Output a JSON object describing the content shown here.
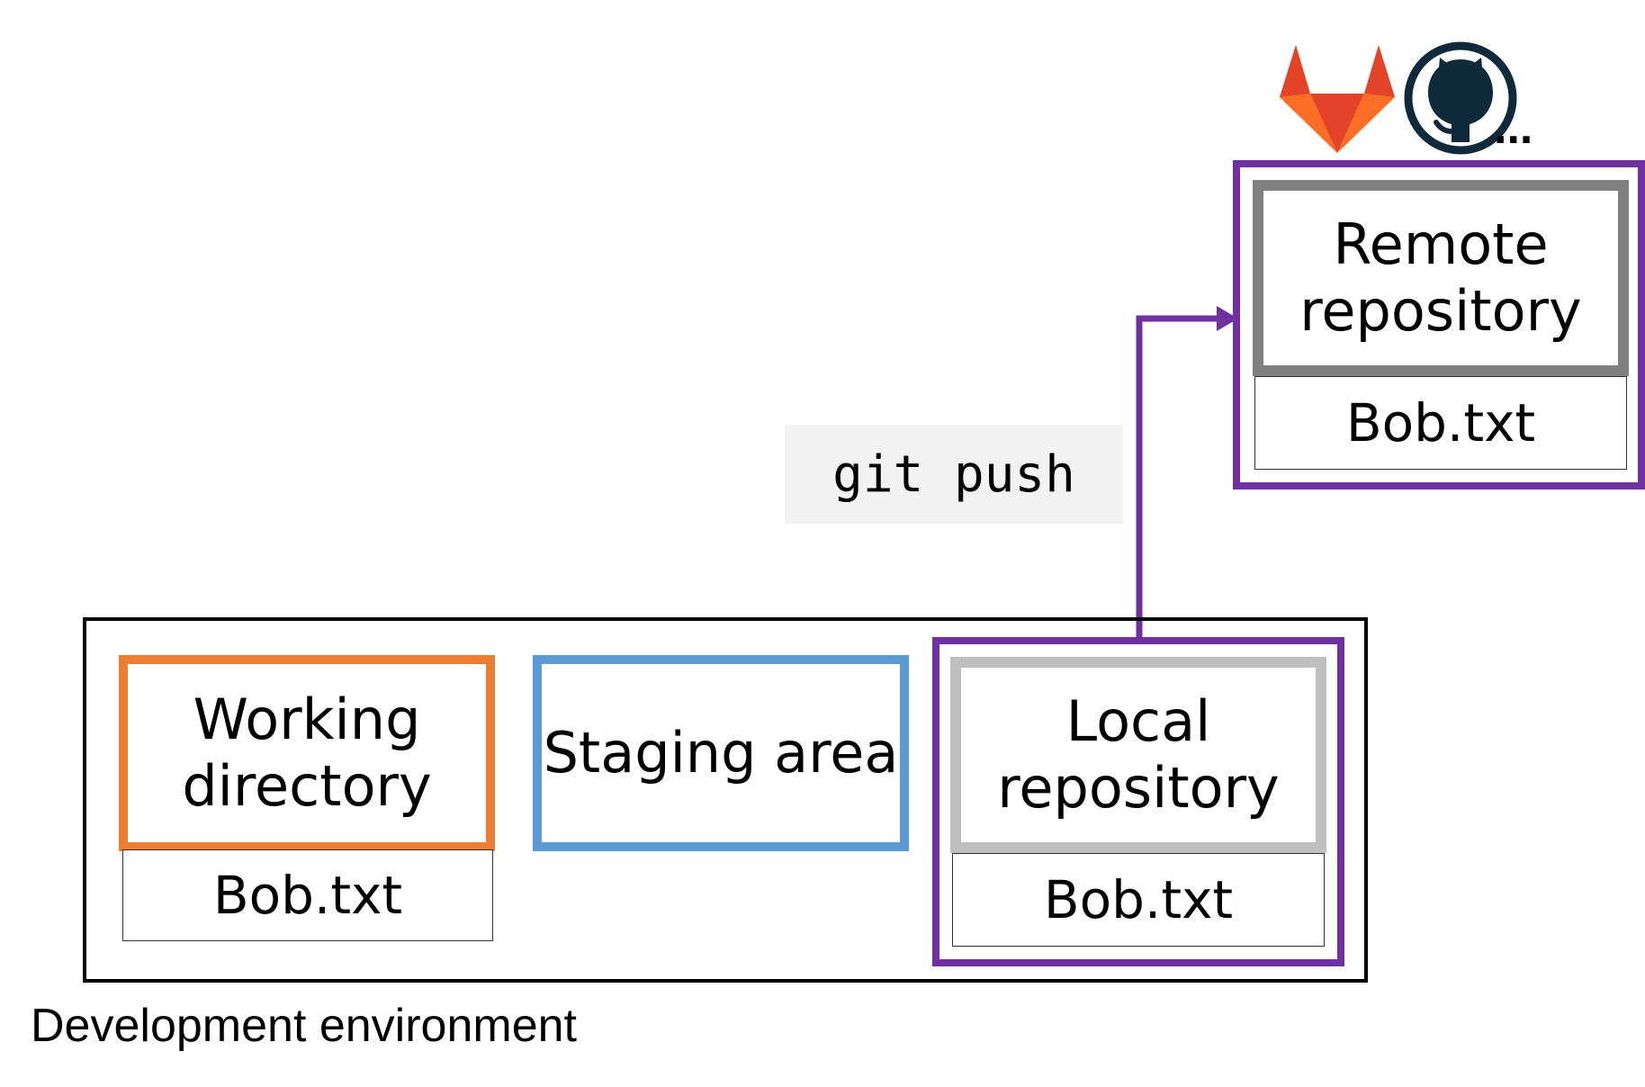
{
  "diagram": {
    "environment": {
      "caption": "Development environment"
    },
    "working_directory": {
      "title": "Working directory",
      "file": "Bob.txt",
      "color": "#ed7d31"
    },
    "staging_area": {
      "title": "Staging area",
      "color": "#5b9bd5"
    },
    "local_repository": {
      "title": "Local repository",
      "file": "Bob.txt",
      "outer_color": "#7030a0",
      "inner_color": "#bfbfbf"
    },
    "remote_repository": {
      "title": "Remote repository",
      "file": "Bob.txt",
      "outer_color": "#7030a0",
      "inner_color": "#808080"
    },
    "command": {
      "text": "git push"
    },
    "hosting": {
      "icons": [
        "gitlab-icon",
        "github-icon"
      ],
      "more": "..."
    }
  }
}
